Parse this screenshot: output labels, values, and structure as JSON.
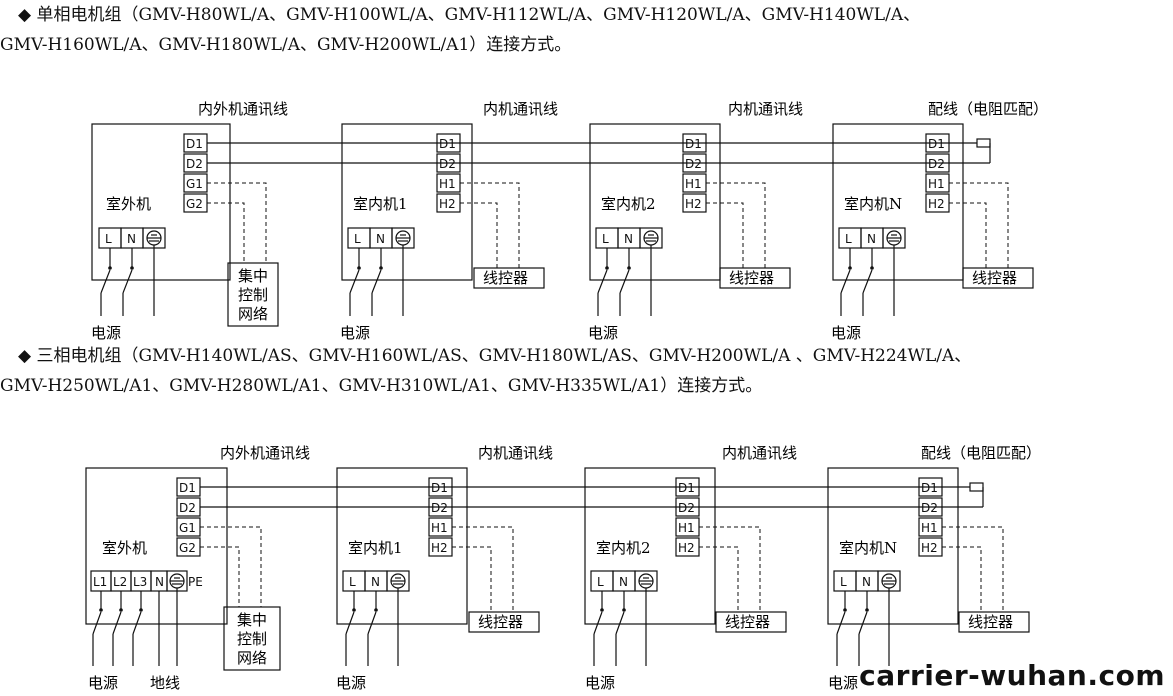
{
  "section1": {
    "marker": "◆",
    "line1": " 单相电机组（GMV-H80WL/A、GMV-H100WL/A、GMV-H112WL/A、GMV-H120WL/A、GMV-H140WL/A、",
    "line2": "GMV-H160WL/A、GMV-H180WL/A、GMV-H200WL/A1）连接方式。"
  },
  "section2": {
    "marker": "◆",
    "line1": " 三相电机组（GMV-H140WL/AS、GMV-H160WL/AS、GMV-H180WL/AS、GMV-H200WL/A 、GMV-H224WL/A、",
    "line2": "GMV-H250WL/A1、GMV-H280WL/A1、GMV-H310WL/A1、GMV-H335WL/A1）连接方式。"
  },
  "labels": {
    "outdoor_comm_line": "内外机通讯线",
    "indoor_comm_line": "内机通讯线",
    "matching_resistor": "配线（电阻匹配）",
    "outdoor_unit": "室外机",
    "indoor_unit_1": "室内机1",
    "indoor_unit_2": "室内机2",
    "indoor_unit_n": "室内机N",
    "wired_controller": "线控器",
    "central_control_1": "集中",
    "central_control_2": "控制",
    "central_control_3": "网络",
    "power_supply": "电源",
    "ground_wire": "地线"
  },
  "terminals": {
    "d1": "D1",
    "d2": "D2",
    "g1": "G1",
    "g2": "G2",
    "h1": "H1",
    "h2": "H2",
    "l": "L",
    "n": "N",
    "l1": "L1",
    "l2": "L2",
    "l3": "L3",
    "pe": "PE"
  },
  "watermark": "carrier-wuhan.com"
}
